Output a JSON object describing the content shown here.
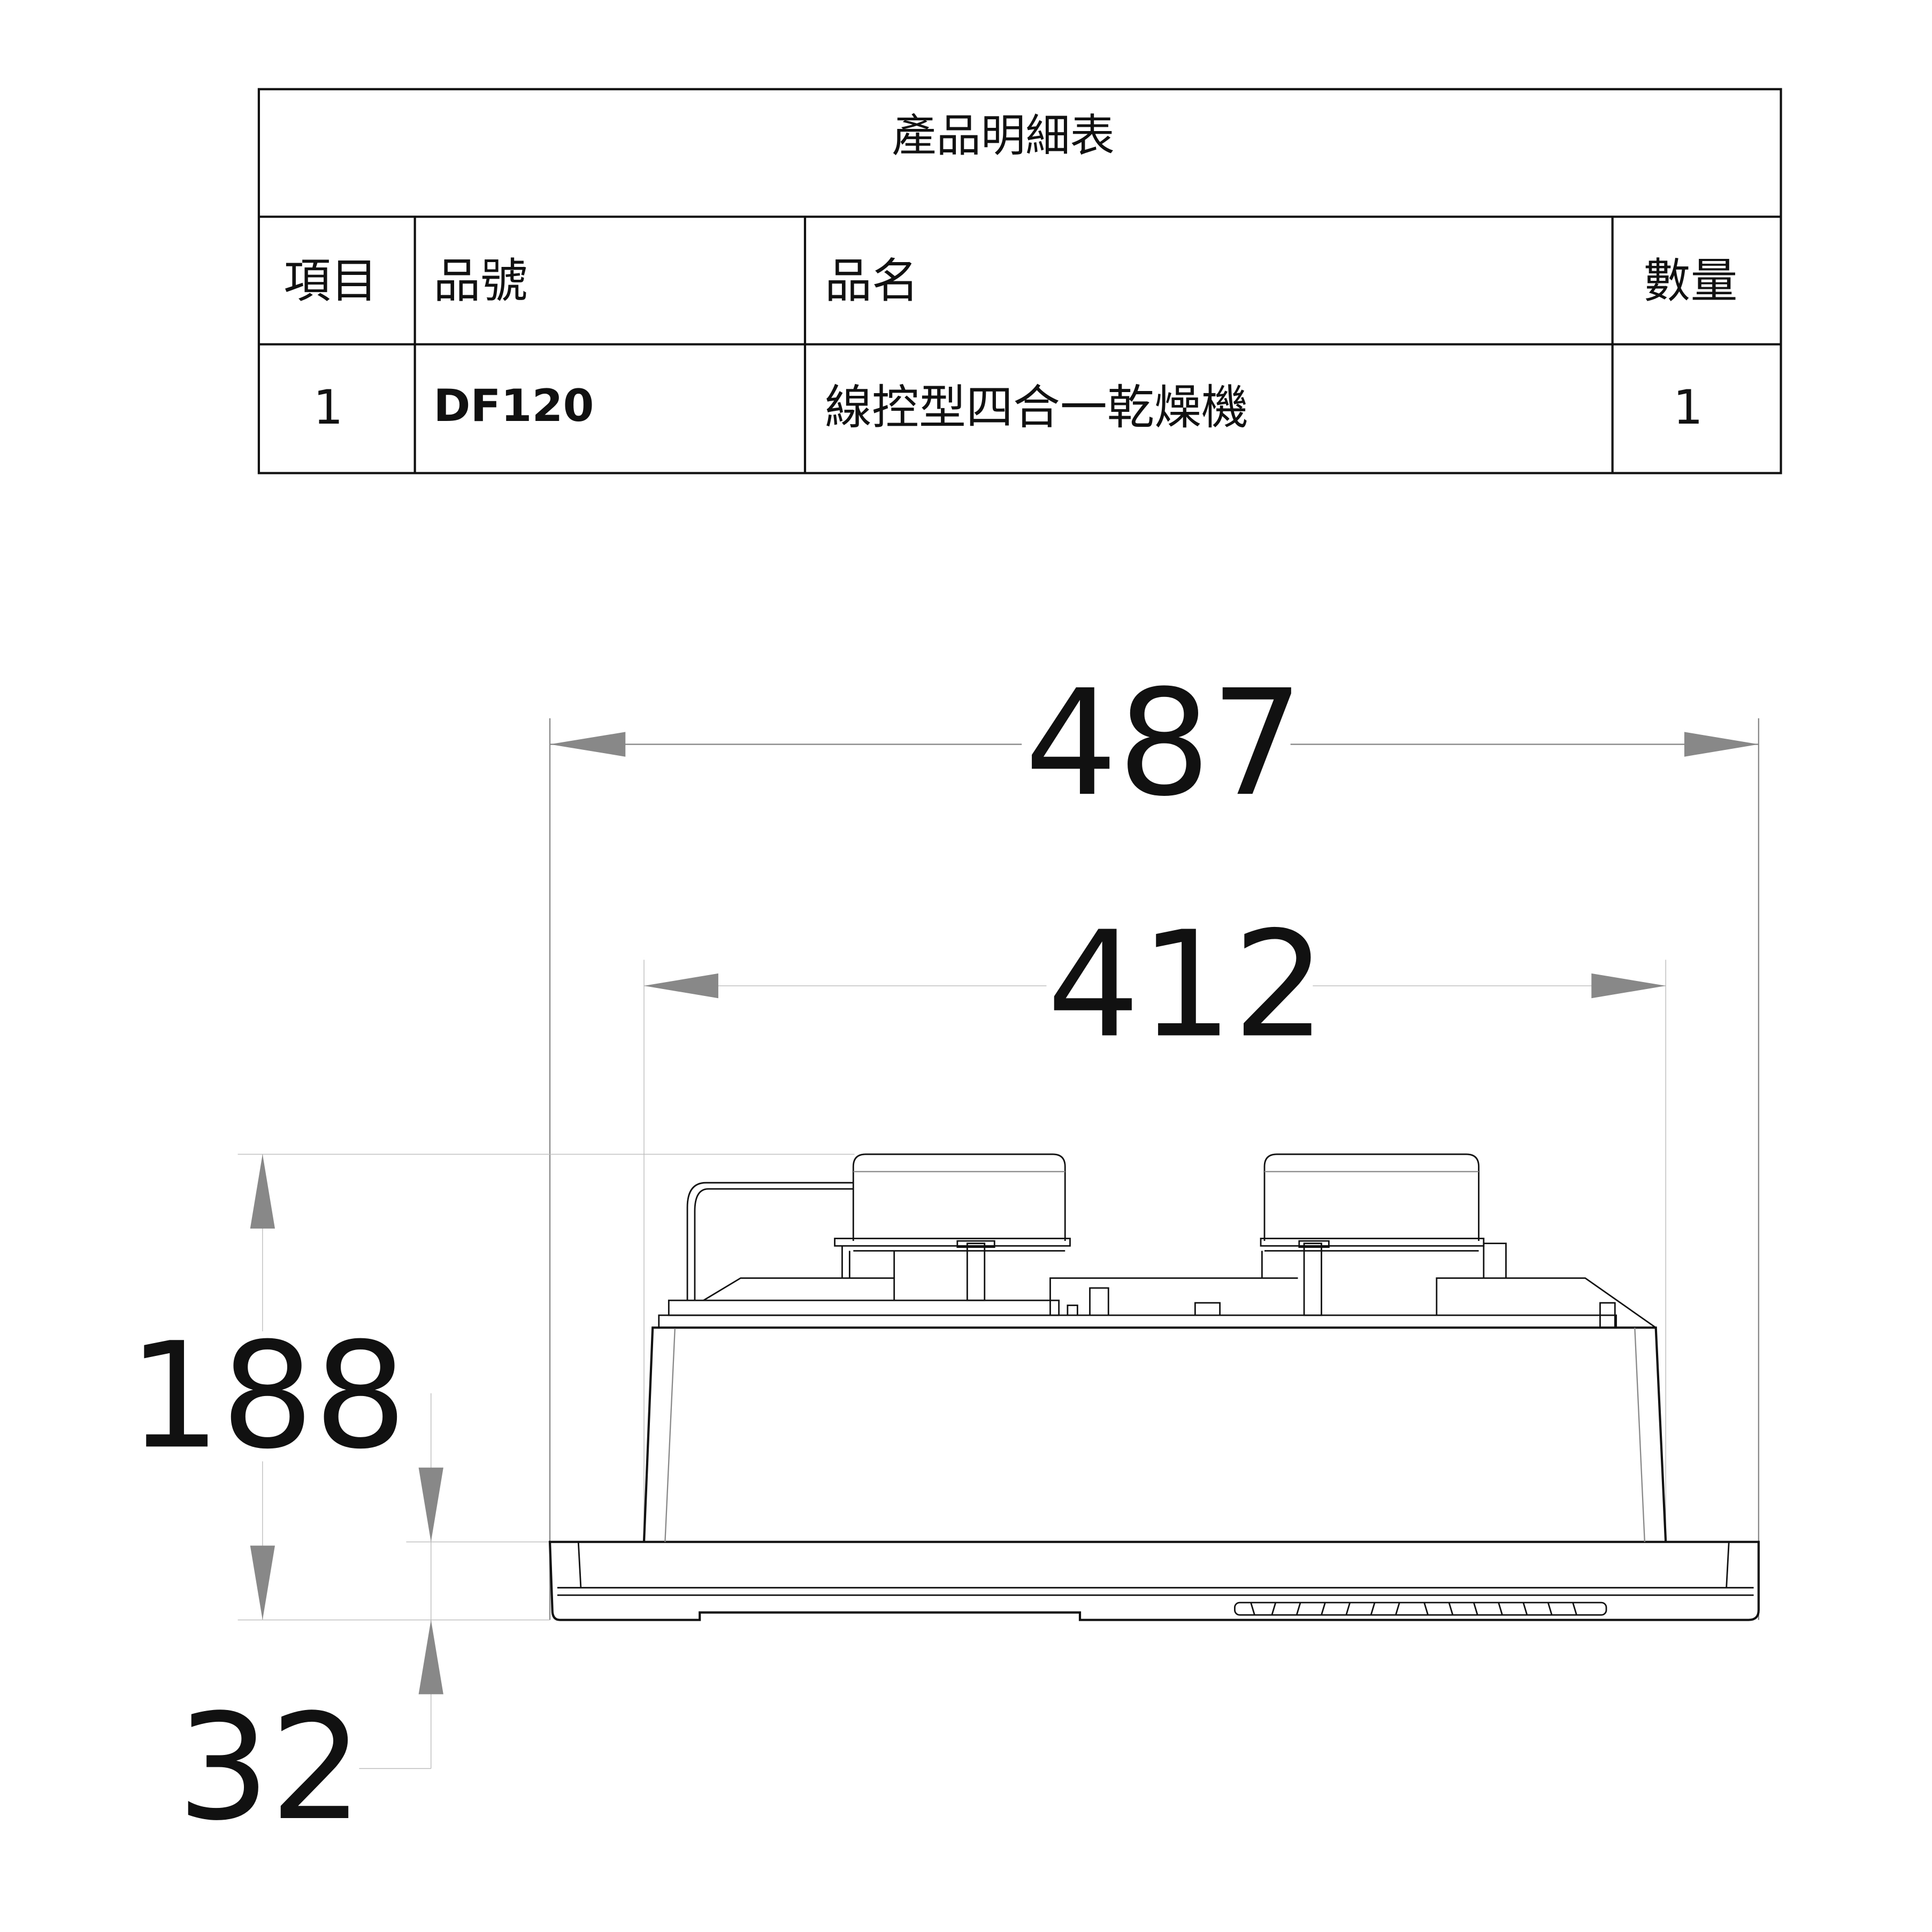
{
  "table": {
    "title": "產品明細表",
    "headers": [
      "項目",
      "品號",
      "品名",
      "數量"
    ],
    "rows": [
      {
        "item": "1",
        "part_no": "DF120",
        "name": "線控型四合一乾燥機",
        "qty": "1"
      }
    ]
  },
  "dimensions": {
    "overall_width": "487",
    "body_width": "412",
    "height": "188",
    "base_height": "32"
  }
}
